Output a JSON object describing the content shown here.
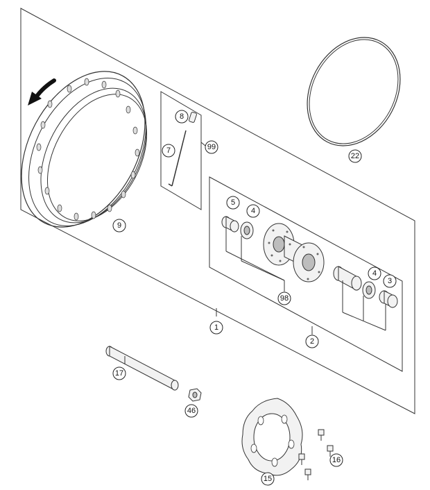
{
  "callouts": {
    "c1": "1",
    "c2": "2",
    "c3": "3",
    "c4a": "4",
    "c4b": "4",
    "c5": "5",
    "c7": "7",
    "c8": "8",
    "c9": "9",
    "c15": "15",
    "c16": "16",
    "c17": "17",
    "c22": "22",
    "c46": "46",
    "c98": "98",
    "c99": "99"
  },
  "icons": {
    "rotation": "direction-arrow-icon"
  },
  "colors": {
    "line": "#333333",
    "part_fill": "#f2f2f2",
    "arrow": "#111111"
  }
}
